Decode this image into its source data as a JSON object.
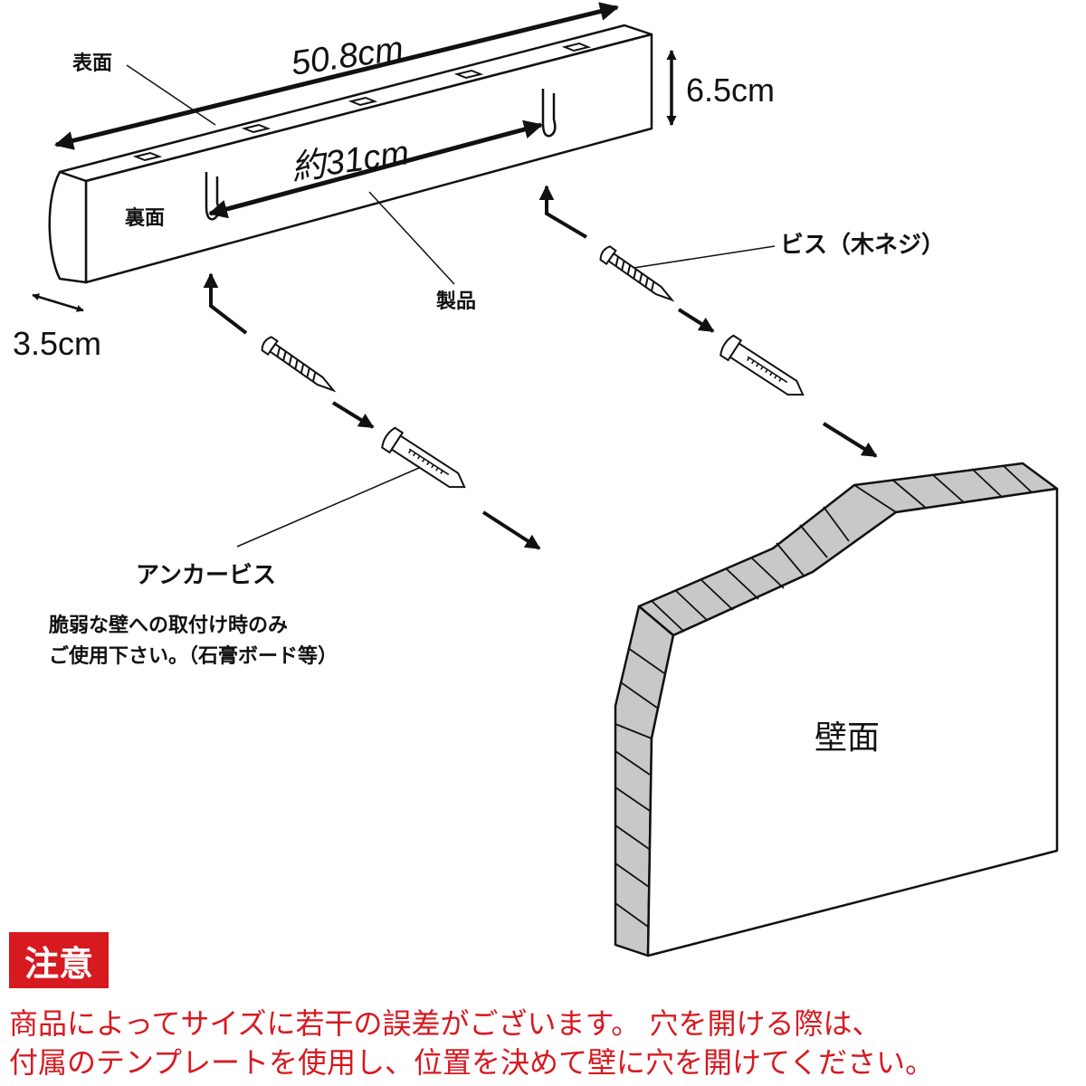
{
  "labels": {
    "surface_front": "表面",
    "surface_back": "裏面",
    "length": "50.8cm",
    "hook_spacing": "約31cm",
    "height": "6.5cm",
    "depth": "3.5cm",
    "product": "製品",
    "wood_screw": "ビス（木ネジ）",
    "anchor_screw": "アンカービス",
    "anchor_note": [
      "脆弱な壁への取付け時のみ",
      "ご使用下さい。（石膏ボード等）"
    ],
    "wall_surface": "壁面"
  },
  "notice": {
    "badge": "注意",
    "text": [
      "商品によってサイズに若干の誤差がございます。 穴を開ける際は、",
      "付属のテンプレートを使用し、位置を決めて壁に穴を開けてください。"
    ]
  },
  "colors": {
    "accent": "#d71920",
    "wall_hatch": "#c8c8c8",
    "line": "#111111"
  }
}
